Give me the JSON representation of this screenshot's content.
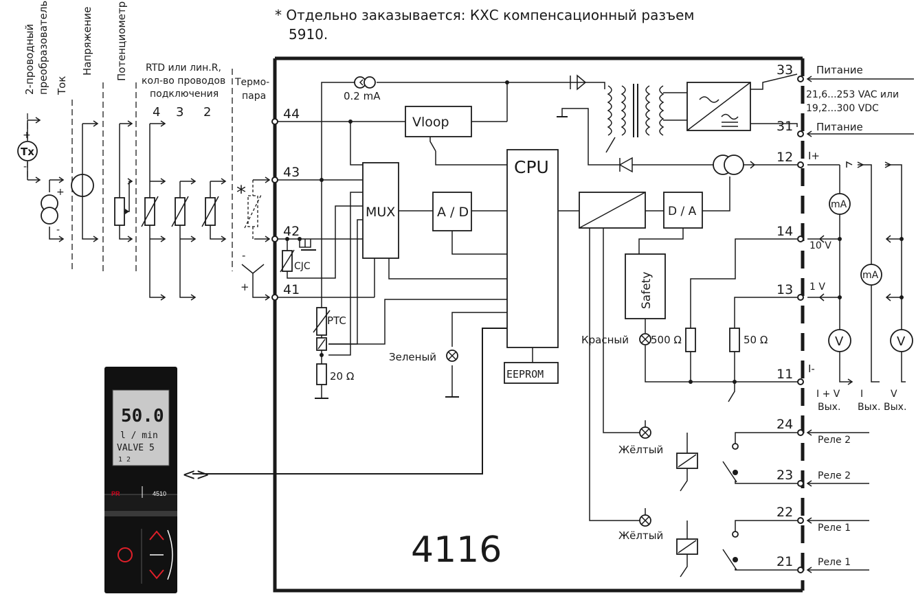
{
  "note": "* Отдельно заказывается: КХС компенсационный разъем",
  "note_line2": "5910.",
  "inputs": {
    "two_wire": "2-проводный",
    "transmitter": "преобразователь",
    "current": "Ток",
    "voltage": "Напряжение",
    "potentiometer": "Потенциометр",
    "rtd_line1": "RTD или лин.R,",
    "rtd_line2": "кол-во проводов",
    "rtd_line3": "подключения",
    "wires": [
      "4",
      "3",
      "2"
    ],
    "thermo1": "Термо-",
    "thermo2": "пара",
    "tx": "Tx",
    "star": "*"
  },
  "terminals": {
    "t44": "44",
    "t43": "43",
    "t42": "42",
    "t41": "41",
    "t33": "33",
    "t31": "31",
    "t12": "12",
    "t14": "14",
    "t13": "13",
    "t11": "11",
    "t24": "24",
    "t23": "23",
    "t22": "22",
    "t21": "21"
  },
  "blocks": {
    "vloop": "Vloop",
    "cpu": "CPU",
    "mux": "MUX",
    "ad": "A / D",
    "da": "D / A",
    "safety": "Safety",
    "eeprom": "EEPROM",
    "model": "4116"
  },
  "components": {
    "current_source": "0.2 mA",
    "cjc": "CJC",
    "ptc": "PTC",
    "r20": "20 Ω",
    "r500": "500 Ω",
    "r50": "50 Ω",
    "led_green": "Зеленый",
    "led_red": "Красный",
    "led_yellow1": "Жёлтый",
    "led_yellow2": "Жёлтый"
  },
  "power": {
    "supply1": "Питание",
    "range1": "21,6...253 VAC или",
    "range2": "19,2...300 VDC",
    "supply2": "Питание"
  },
  "outputs": {
    "i_plus": "I+",
    "i_minus": "I-",
    "v10": "10 V",
    "v1": "1 V",
    "ma1": "mA",
    "ma2": "mA",
    "v_sym1": "V",
    "v_sym2": "V",
    "col1_line1": "I + V",
    "col1_line2": "Вых.",
    "col2_line1": "I",
    "col2_line2": "Вых.",
    "col3_line1": "V",
    "col3_line2": "Вых."
  },
  "relays": {
    "r24": "Реле 2",
    "r23": "Реле 2",
    "r22": "Реле 1",
    "r21": "Реле 1"
  },
  "display": {
    "value": "50.0",
    "unit": "l / min",
    "tag": "VALVE 5",
    "status": "1  2",
    "brand": "PR",
    "model": "4510",
    "arrow": "<>"
  }
}
